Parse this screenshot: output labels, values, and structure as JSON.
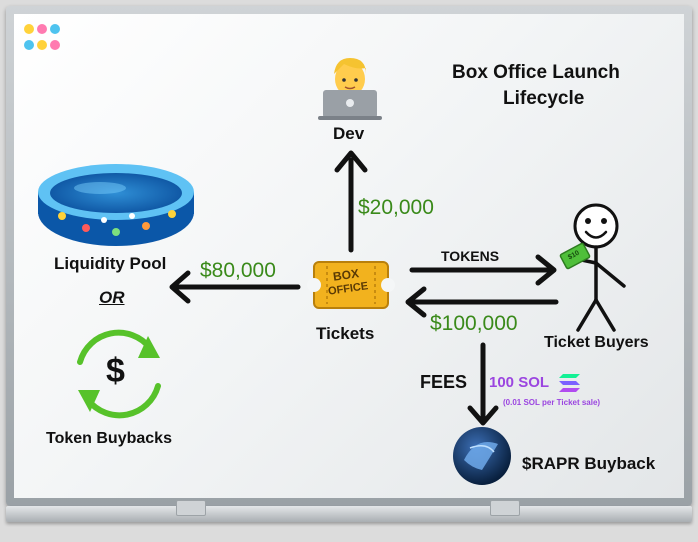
{
  "title": {
    "line1": "Box Office Launch",
    "line2": "Lifecycle"
  },
  "nodes": {
    "dev": "Dev",
    "liquidity_pool": "Liquidity Pool",
    "or": "OR",
    "token_buybacks": "Token Buybacks",
    "tickets": "Tickets",
    "ticket_buyers": "Ticket Buyers",
    "rapr_buyback": "$RAPR Buyback"
  },
  "flows": {
    "to_dev": "$20,000",
    "to_pool": "$80,000",
    "tokens": "TOKENS",
    "from_buyers": "$100,000",
    "fees_label": "FEES",
    "fees_amount": "100 SOL",
    "fees_note": "(0.01 SOL per Ticket sale)"
  },
  "icons": {
    "ticket_text_top": "BOX",
    "ticket_text_bottom": "OFFICE",
    "dollar": "$",
    "cash": "$10"
  },
  "colors": {
    "green_amount": "#3a8a1a",
    "purple_fees": "#9b45e0",
    "buyback_green": "#57c22a"
  }
}
